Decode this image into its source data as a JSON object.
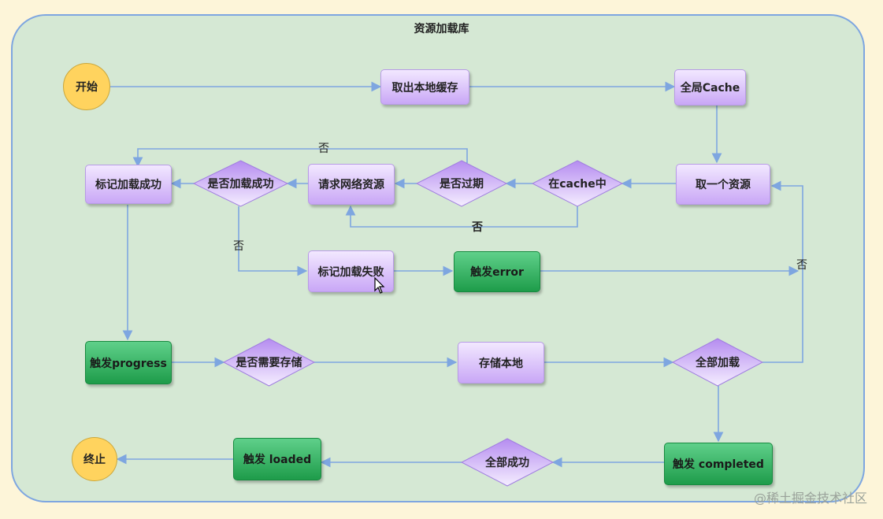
{
  "diagram": {
    "title": "资源加载库",
    "nodes": {
      "start": "开始",
      "fetch_local_cache": "取出本地缓存",
      "global_cache": "全局Cache",
      "take_resource": "取一个资源",
      "in_cache": "在cache中",
      "is_expired": "是否过期",
      "request_network": "请求网络资源",
      "load_success_q": "是否加载成功",
      "mark_load_success": "标记加载成功",
      "mark_load_fail": "标记加载失败",
      "trigger_error": "触发error",
      "trigger_progress": "触发progress",
      "need_store_q": "是否需要存储",
      "store_local": "存储本地",
      "all_loaded_q": "全部加载",
      "trigger_completed": "触发 completed",
      "all_success_q": "全部成功",
      "trigger_loaded": "触发 loaded",
      "end": "终止"
    },
    "edge_labels": {
      "expired_no": "否",
      "in_cache_no": "否",
      "load_success_no": "否",
      "all_loaded_no": "否"
    }
  },
  "colors": {
    "background": "#fdf5d9",
    "container": "#d5e8d4",
    "edge": "#7ea6e0",
    "process_top": "#f2e8ff",
    "process_bottom": "#c9a7f6",
    "event": "#2bb35a",
    "terminal": "#ffd35e"
  },
  "watermark": "@稀土掘金技术社区"
}
